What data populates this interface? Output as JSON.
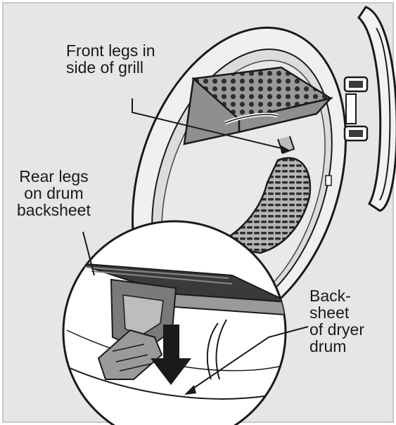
{
  "labels": {
    "front_legs": "Front legs in\nside of grill",
    "rear_legs": "Rear legs\non drum\nbacksheet",
    "backsheet": "Back-\nsheet\nof dryer\ndrum"
  },
  "colors": {
    "background": "#e6e6e6",
    "line": "#1a1a1a",
    "grill_fill": "#9a9a9a",
    "grill_dark": "#3a3a3a",
    "door_fill": "#f2f2f2",
    "zoom_fill": "#ffffff"
  }
}
